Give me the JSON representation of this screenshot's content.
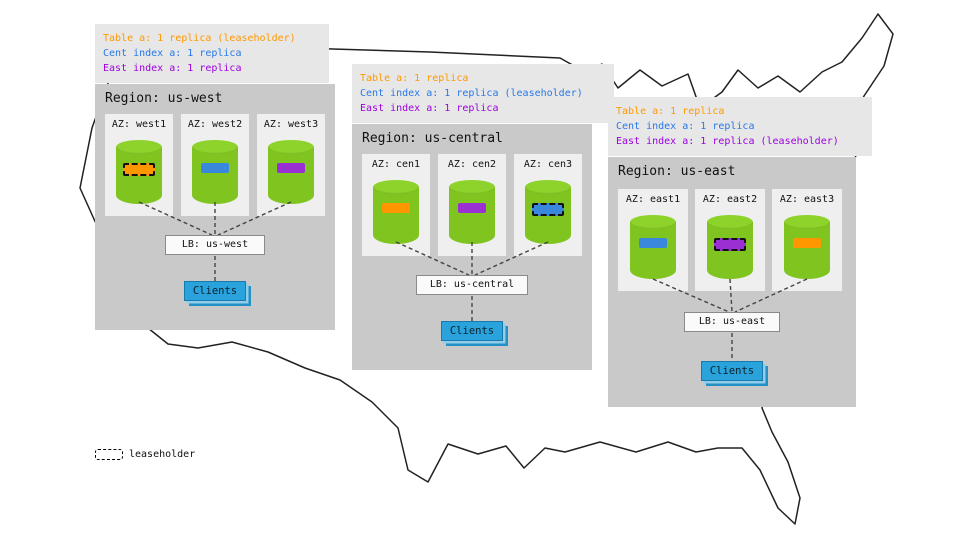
{
  "legend": {
    "label": "leaseholder"
  },
  "regions": [
    {
      "name": "us-west",
      "title": "Region: us-west",
      "replica_lines": [
        {
          "text": "Table a: 1 replica (leaseholder)",
          "color": "#ff9800"
        },
        {
          "text": "Cent index a: 1 replica",
          "color": "#2878e8"
        },
        {
          "text": "East index a: 1 replica",
          "color": "#9c00e0"
        }
      ],
      "azs": [
        {
          "label": "AZ: west1",
          "bar_color": "#ff9800",
          "leaseholder": true
        },
        {
          "label": "AZ: west2",
          "bar_color": "#3a87de",
          "leaseholder": false
        },
        {
          "label": "AZ: west3",
          "bar_color": "#9a2fd4",
          "leaseholder": false
        }
      ],
      "lb_label": "LB: us-west",
      "clients_label": "Clients"
    },
    {
      "name": "us-central",
      "title": "Region: us-central",
      "replica_lines": [
        {
          "text": "Table a: 1 replica",
          "color": "#ff9800"
        },
        {
          "text": "Cent index a: 1 replica (leaseholder)",
          "color": "#2878e8"
        },
        {
          "text": "East index a: 1 replica",
          "color": "#9c00e0"
        }
      ],
      "azs": [
        {
          "label": "AZ: cen1",
          "bar_color": "#ff9800",
          "leaseholder": false
        },
        {
          "label": "AZ: cen2",
          "bar_color": "#9a2fd4",
          "leaseholder": false
        },
        {
          "label": "AZ: cen3",
          "bar_color": "#3a87de",
          "leaseholder": true
        }
      ],
      "lb_label": "LB: us-central",
      "clients_label": "Clients"
    },
    {
      "name": "us-east",
      "title": "Region: us-east",
      "replica_lines": [
        {
          "text": "Table a: 1 replica",
          "color": "#ff9800"
        },
        {
          "text": "Cent index a: 1 replica",
          "color": "#2878e8"
        },
        {
          "text": "East index a: 1 replica (leaseholder)",
          "color": "#9c00e0"
        }
      ],
      "azs": [
        {
          "label": "AZ: east1",
          "bar_color": "#3a87de",
          "leaseholder": false
        },
        {
          "label": "AZ: east2",
          "bar_color": "#9a2fd4",
          "leaseholder": true
        },
        {
          "label": "AZ: east3",
          "bar_color": "#ff9800",
          "leaseholder": false
        }
      ],
      "lb_label": "LB: us-east",
      "clients_label": "Clients"
    }
  ],
  "colors": {
    "cylinder": "#7fc41f",
    "clients_bg": "#2aa2dc",
    "region_bg": "#c9c9c9"
  }
}
